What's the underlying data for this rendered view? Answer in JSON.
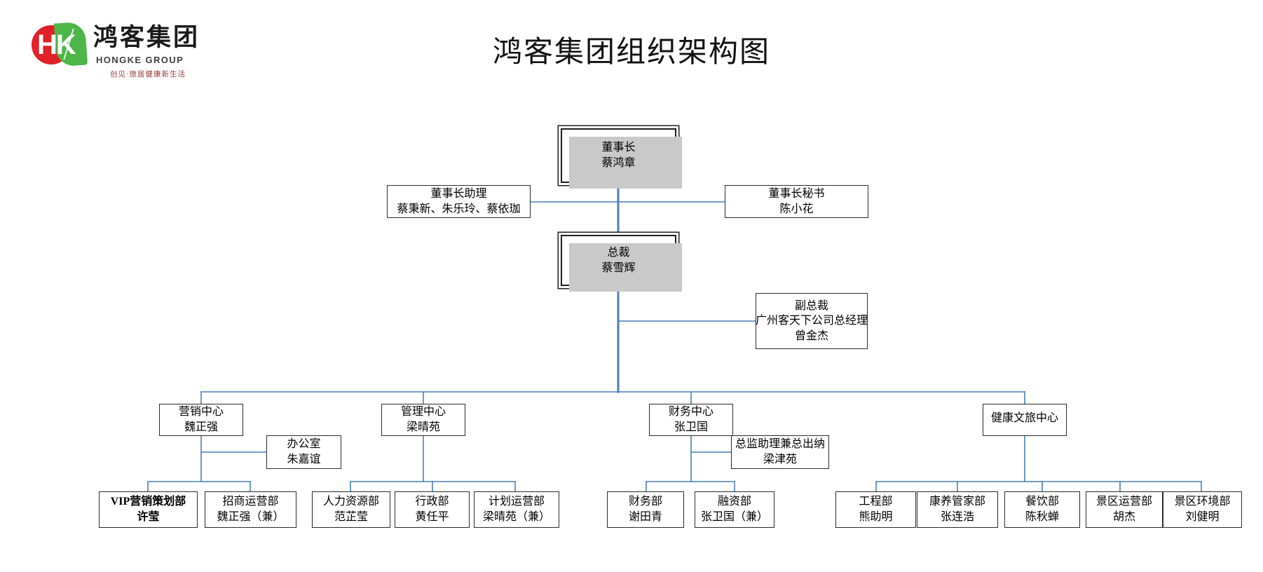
{
  "document": {
    "title": "鸿客集团组织架构图",
    "type": "organization-chart"
  },
  "logo": {
    "mark_text": "HK",
    "company_cn": "鸿客集团",
    "company_en": "HONGKE GROUP",
    "slogan": "创见·旅居健康新生活",
    "colors": {
      "red": "#e02128",
      "green": "#4cb648",
      "text": "#1a1a1a"
    }
  },
  "theme": {
    "connector_color": "#4a7ebb",
    "box_border": "#2b2b2b",
    "shadow": "#c9c9c9",
    "background": "#ffffff"
  },
  "chart_data": {
    "type": "diagram",
    "nodes": [
      {
        "id": "chairman",
        "title": "董事长",
        "name": "蔡鸿章",
        "level": 0,
        "style": "executive"
      },
      {
        "id": "chair-assistant",
        "title": "董事长助理",
        "name": "蔡秉新、朱乐玲、蔡依珈",
        "level": 1,
        "style": "staff"
      },
      {
        "id": "chair-secretary",
        "title": "董事长秘书",
        "name": "陈小花",
        "level": 1,
        "style": "staff"
      },
      {
        "id": "president",
        "title": "总裁",
        "name": "蔡雪辉",
        "level": 1,
        "style": "executive"
      },
      {
        "id": "vice-president",
        "title": "副总裁",
        "name": "曾金杰",
        "subtitle": "广州客天下公司总经理",
        "level": 2,
        "style": "staff"
      },
      {
        "id": "marketing-center",
        "title": "营销中心",
        "name": "魏正强",
        "level": 3,
        "style": "center"
      },
      {
        "id": "management-center",
        "title": "管理中心",
        "name": "梁晴苑",
        "level": 3,
        "style": "center"
      },
      {
        "id": "finance-center",
        "title": "财务中心",
        "name": "张卫国",
        "level": 3,
        "style": "center"
      },
      {
        "id": "health-center",
        "title": "健康文旅中心",
        "name": "",
        "level": 3,
        "style": "center"
      },
      {
        "id": "office",
        "title": "办公室",
        "name": "朱嘉谊",
        "level": 4,
        "style": "staff"
      },
      {
        "id": "chief-assistant",
        "title": "总监助理兼总出纳",
        "name": "梁津苑",
        "level": 4,
        "style": "staff"
      },
      {
        "id": "vip-planning",
        "title": "VIP营销策划部",
        "name": "许莹",
        "level": 5,
        "style": "dept-bold"
      },
      {
        "id": "invest-ops",
        "title": "招商运营部",
        "name": "魏正强（兼）",
        "level": 5,
        "style": "dept"
      },
      {
        "id": "hr",
        "title": "人力资源部",
        "name": "范芷莹",
        "level": 5,
        "style": "dept"
      },
      {
        "id": "admin",
        "title": "行政部",
        "name": "黄任平",
        "level": 5,
        "style": "dept"
      },
      {
        "id": "plan-ops",
        "title": "计划运营部",
        "name": "梁晴苑（兼）",
        "level": 5,
        "style": "dept"
      },
      {
        "id": "finance-dept",
        "title": "财务部",
        "name": "谢田青",
        "level": 5,
        "style": "dept"
      },
      {
        "id": "funding-dept",
        "title": "融资部",
        "name": "张卫国（兼）",
        "level": 5,
        "style": "dept"
      },
      {
        "id": "engineering",
        "title": "工程部",
        "name": "熊助明",
        "level": 5,
        "style": "dept"
      },
      {
        "id": "health-butler",
        "title": "康养管家部",
        "name": "张连浩",
        "level": 5,
        "style": "dept"
      },
      {
        "id": "catering",
        "title": "餐饮部",
        "name": "陈秋蝉",
        "level": 5,
        "style": "dept"
      },
      {
        "id": "scenic-ops",
        "title": "景区运营部",
        "name": "胡杰",
        "level": 5,
        "style": "dept"
      },
      {
        "id": "scenic-env",
        "title": "景区环境部",
        "name": "刘健明",
        "level": 5,
        "style": "dept"
      }
    ],
    "edges": [
      {
        "from": "chairman",
        "to": "chair-assistant"
      },
      {
        "from": "chairman",
        "to": "chair-secretary"
      },
      {
        "from": "chairman",
        "to": "president"
      },
      {
        "from": "president",
        "to": "vice-president"
      },
      {
        "from": "president",
        "to": "marketing-center"
      },
      {
        "from": "president",
        "to": "management-center"
      },
      {
        "from": "president",
        "to": "finance-center"
      },
      {
        "from": "president",
        "to": "health-center"
      },
      {
        "from": "marketing-center",
        "to": "office"
      },
      {
        "from": "marketing-center",
        "to": "vip-planning"
      },
      {
        "from": "marketing-center",
        "to": "invest-ops"
      },
      {
        "from": "management-center",
        "to": "hr"
      },
      {
        "from": "management-center",
        "to": "admin"
      },
      {
        "from": "management-center",
        "to": "plan-ops"
      },
      {
        "from": "finance-center",
        "to": "chief-assistant"
      },
      {
        "from": "finance-center",
        "to": "finance-dept"
      },
      {
        "from": "finance-center",
        "to": "funding-dept"
      },
      {
        "from": "health-center",
        "to": "engineering"
      },
      {
        "from": "health-center",
        "to": "health-butler"
      },
      {
        "from": "health-center",
        "to": "catering"
      },
      {
        "from": "health-center",
        "to": "scenic-ops"
      },
      {
        "from": "health-center",
        "to": "scenic-env"
      }
    ]
  }
}
